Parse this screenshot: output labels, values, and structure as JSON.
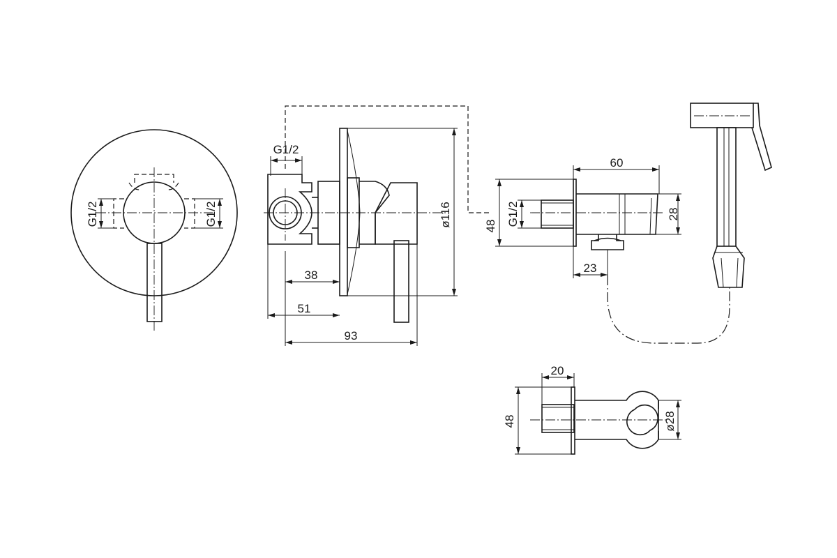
{
  "labels": {
    "front_g_left": "G1/2",
    "front_g_right": "G1/2",
    "side_g_top": "G1/2",
    "dia_116": "ø116",
    "dim_38": "38",
    "dim_51": "51",
    "dim_93": "93",
    "holder_60": "60",
    "holder_48": "48",
    "holder_g": "G1/2",
    "holder_28": "28",
    "holder_23": "23",
    "top_20": "20",
    "top_48": "48",
    "top_dia_28": "ø28"
  }
}
